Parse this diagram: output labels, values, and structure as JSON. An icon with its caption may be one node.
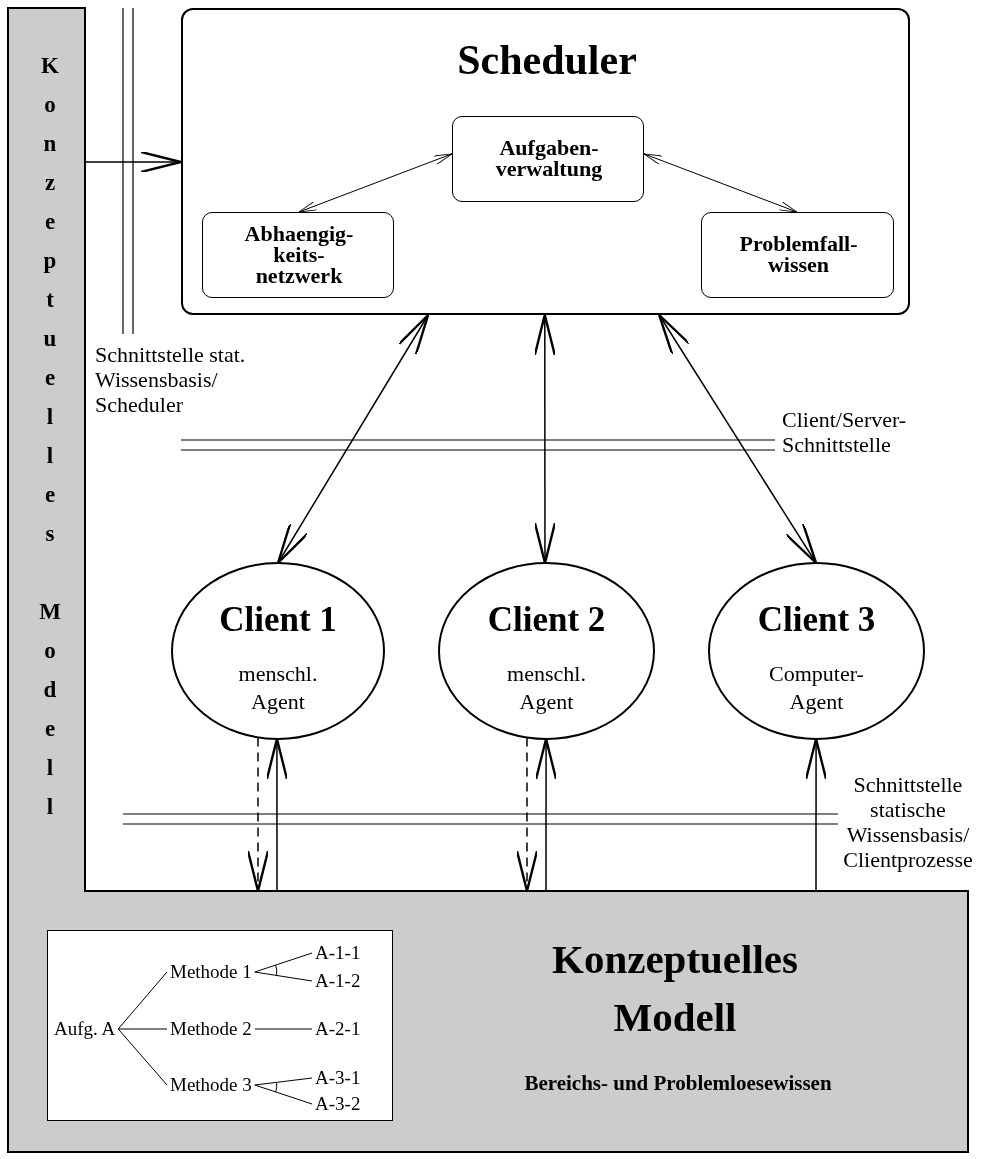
{
  "diagram": {
    "nodes": [
      {
        "text": [
          "Konzeptuelles Modell",
          "Konzeptuelles Modell",
          "Bereichs- und Problemloesewissen"
        ]
      },
      {
        "text": [],
        "shape": "box",
        "in": 0
      },
      {
        "text": [
          "Aufg. A"
        ],
        "in": 1
      },
      {
        "text": [
          "Methode 1"
        ],
        "in": 1
      },
      {
        "text": [
          "Methode 2"
        ],
        "in": 1
      },
      {
        "text": [
          "Methode 3"
        ],
        "in": 1
      },
      {
        "text": [
          "A-1-1"
        ],
        "in": 1
      },
      {
        "text": [
          "A-1-2"
        ],
        "in": 1
      },
      {
        "text": [
          "A-2-1"
        ],
        "in": 1
      },
      {
        "text": [
          "A-3-1"
        ],
        "in": 1
      },
      {
        "text": [
          "A-3-2"
        ],
        "in": 1
      },
      {
        "text": [
          "Scheduler"
        ]
      },
      {
        "text": [
          "Aufgaben- verwaltung"
        ],
        "in": 11
      },
      {
        "text": [
          "Abhaengig- keits- netzwerk"
        ],
        "in": 11
      },
      {
        "text": [
          "Problemfall- wissen"
        ],
        "in": 11
      },
      {
        "text": [
          "Client 1",
          "menschl. Agent"
        ]
      },
      {
        "text": [
          "Client 2",
          "menschl. Agent"
        ]
      },
      {
        "text": [
          "Client 3",
          "Computer- Agent"
        ]
      }
    ],
    "edges": [
      {
        "from": 0,
        "to": 11,
        "arrow": "to"
      },
      {
        "from": 12,
        "to": 13,
        "arrow": "both"
      },
      {
        "from": 12,
        "to": 14,
        "arrow": "both"
      },
      {
        "from": 11,
        "to": 15,
        "arrow": "both"
      },
      {
        "from": 11,
        "to": 16,
        "arrow": "both"
      },
      {
        "from": 11,
        "to": 17,
        "arrow": "both"
      },
      {
        "from": 15,
        "to": 0,
        "arrow": "to",
        "style": "dashed"
      },
      {
        "from": 0,
        "to": 15,
        "arrow": "to"
      },
      {
        "from": 16,
        "to": 0,
        "arrow": "to",
        "style": "dashed"
      },
      {
        "from": 0,
        "to": 16,
        "arrow": "to"
      },
      {
        "from": 0,
        "to": 17,
        "arrow": "to"
      },
      {
        "from": 2,
        "to": 3,
        "arrow": "none"
      },
      {
        "from": 2,
        "to": 4,
        "arrow": "none"
      },
      {
        "from": 2,
        "to": 5,
        "arrow": "none"
      },
      {
        "from": 3,
        "to": 6,
        "arrow": "none"
      },
      {
        "from": 3,
        "to": 7,
        "arrow": "none"
      },
      {
        "from": 4,
        "to": 8,
        "arrow": "none"
      },
      {
        "from": 5,
        "to": 9,
        "arrow": "none"
      },
      {
        "from": 5,
        "to": 10,
        "arrow": "none"
      }
    ],
    "labels": [
      "Schnittstelle stat. Wissensbasis/ Scheduler",
      "Client/Server- Schnittstelle",
      "Schnittstelle statische Wissensbasis/ Clientprozesse"
    ]
  }
}
